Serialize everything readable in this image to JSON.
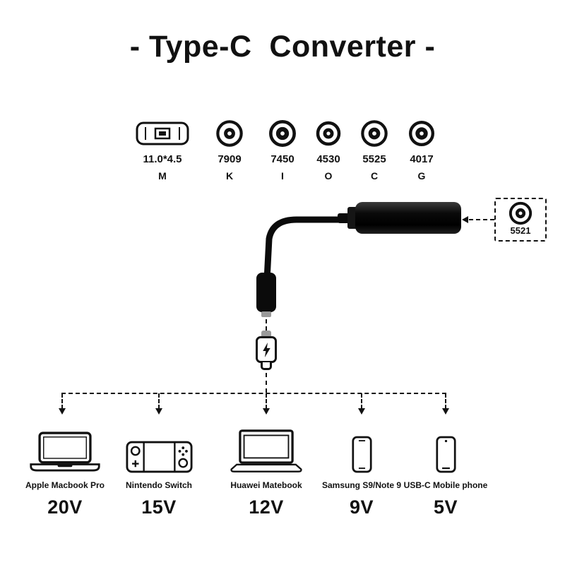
{
  "title": "- Type-C  Converter -",
  "tips": {
    "rect": {
      "size": "11.0*4.5",
      "letter": "M"
    },
    "barrels": [
      {
        "size": "7909",
        "letter": "K"
      },
      {
        "size": "7450",
        "letter": "I"
      },
      {
        "size": "4530",
        "letter": "O"
      },
      {
        "size": "5525",
        "letter": "C"
      },
      {
        "size": "4017",
        "letter": "G"
      }
    ]
  },
  "adapter": {
    "detachable_tip_label": "5521"
  },
  "devices": [
    {
      "name": "Apple Macbook Pro",
      "voltage": "20V",
      "icon": "macbook-icon"
    },
    {
      "name": "Nintendo Switch",
      "voltage": "15V",
      "icon": "switch-icon"
    },
    {
      "name": "Huawei Matebook",
      "voltage": "12V",
      "icon": "laptop-icon"
    },
    {
      "name": "Samsung S9/Note 9",
      "voltage": "9V",
      "icon": "phone-icon"
    },
    {
      "name": "USB-C Mobile phone",
      "voltage": "5V",
      "icon": "phone-icon"
    }
  ],
  "colors": {
    "ink": "#111111",
    "background": "#ffffff"
  }
}
